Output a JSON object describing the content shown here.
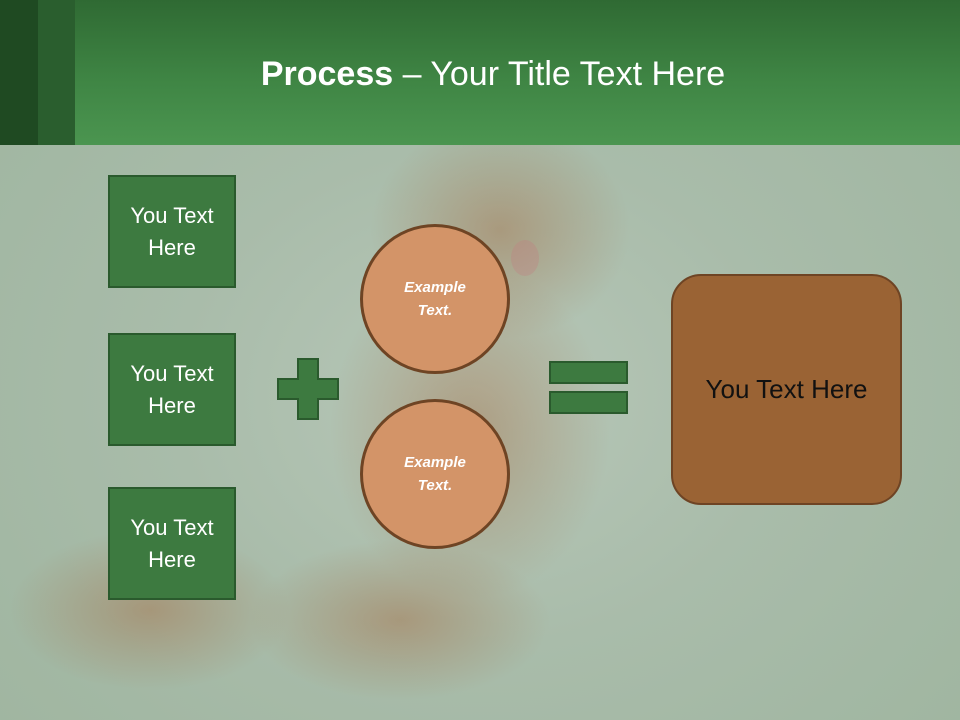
{
  "slide": {
    "title_bold": "Process",
    "title_rest": " – Your Title Text Here"
  },
  "left_boxes": [
    {
      "label": "You Text Here"
    },
    {
      "label": "You Text Here"
    },
    {
      "label": "You Text Here"
    }
  ],
  "circles": [
    {
      "label": "Example Text."
    },
    {
      "label": "Example Text."
    }
  ],
  "result": {
    "label": "You Text Here"
  },
  "icons": {
    "plus": "plus-icon",
    "equals": "equals-icon"
  },
  "colors": {
    "header_green": "#3f8544",
    "box_green": "#3d7a40",
    "circle_tan": "#d39468",
    "result_brown": "#9a6334"
  }
}
